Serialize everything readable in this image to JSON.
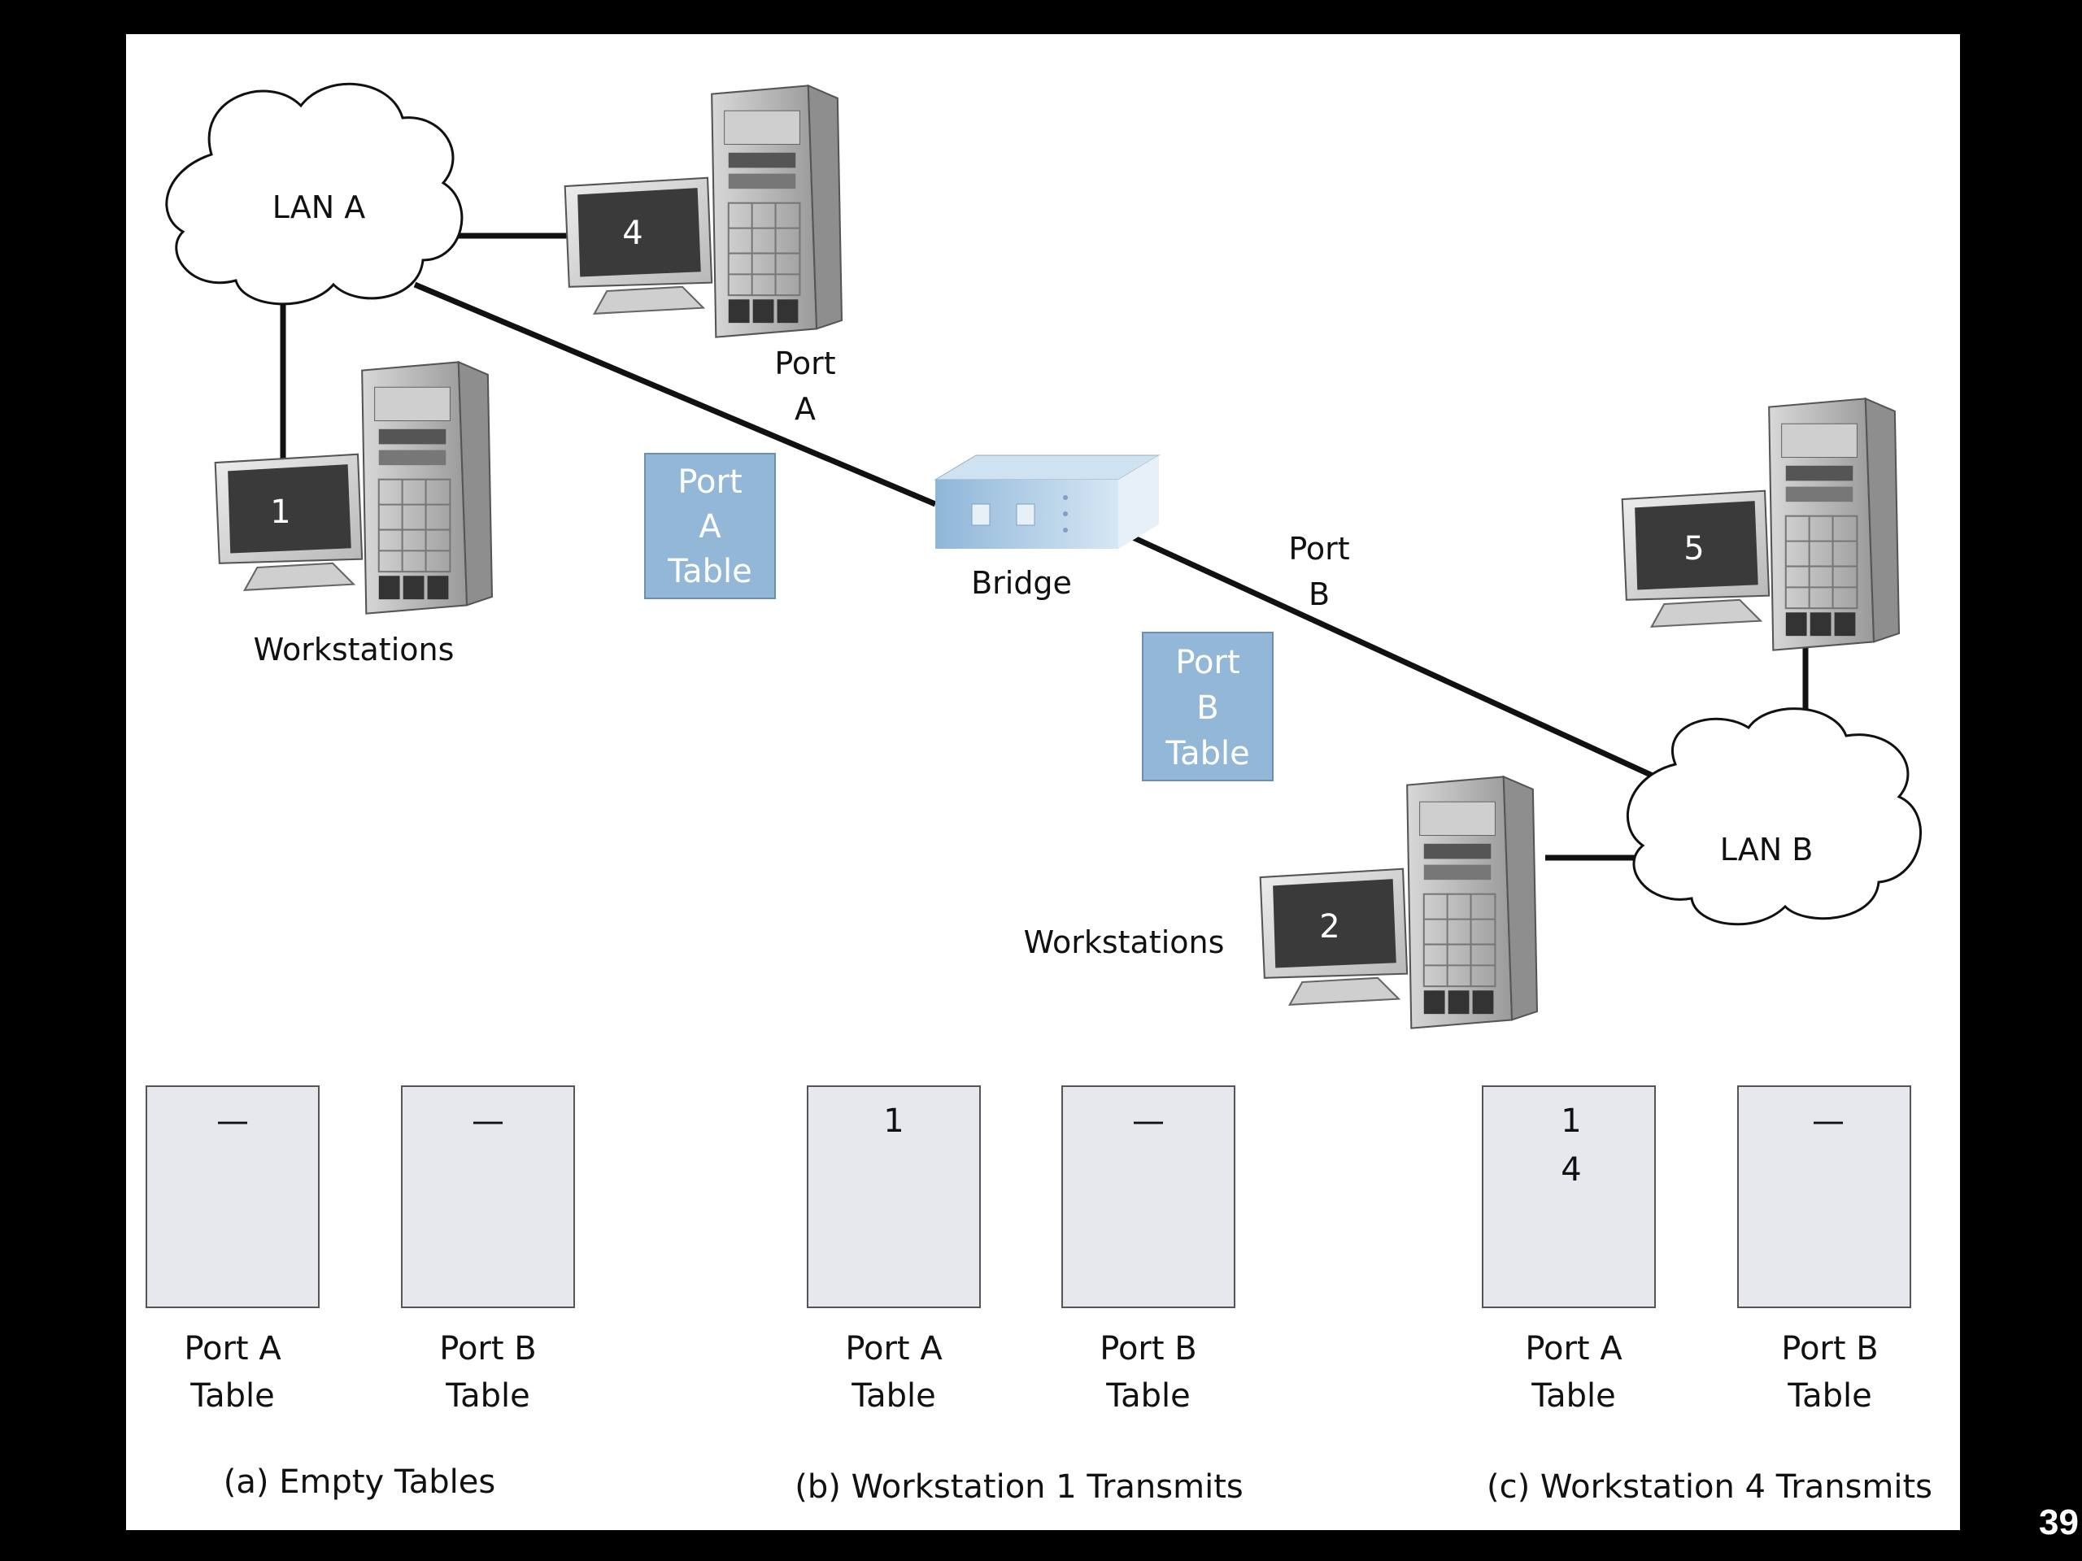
{
  "diagram": {
    "lan_a": "LAN A",
    "lan_b": "LAN B",
    "bridge": "Bridge",
    "port_a": [
      "Port",
      "A"
    ],
    "port_b": [
      "Port",
      "B"
    ],
    "port_a_table": [
      "Port",
      "A",
      "Table"
    ],
    "port_b_table": [
      "Port",
      "B",
      "Table"
    ],
    "workstations_label": "Workstations",
    "workstations": [
      "4",
      "1",
      "5",
      "2"
    ],
    "colors": {
      "table_fill": "#93b7d6",
      "table_box": "#e6e8ee",
      "bridge": "#a9cbe6"
    }
  },
  "states": [
    {
      "caption": "(a) Empty Tables",
      "tables": [
        {
          "entries": [
            "—"
          ],
          "label": [
            "Port A",
            "Table"
          ]
        },
        {
          "entries": [
            "—"
          ],
          "label": [
            "Port B",
            "Table"
          ]
        }
      ]
    },
    {
      "caption": "(b) Workstation 1 Transmits",
      "tables": [
        {
          "entries": [
            "1"
          ],
          "label": [
            "Port A",
            "Table"
          ]
        },
        {
          "entries": [
            "—"
          ],
          "label": [
            "Port B",
            "Table"
          ]
        }
      ]
    },
    {
      "caption": "(c) Workstation 4 Transmits",
      "tables": [
        {
          "entries": [
            "1",
            "4"
          ],
          "label": [
            "Port A",
            "Table"
          ]
        },
        {
          "entries": [
            "—"
          ],
          "label": [
            "Port B",
            "Table"
          ]
        }
      ]
    }
  ],
  "page_number": "39"
}
